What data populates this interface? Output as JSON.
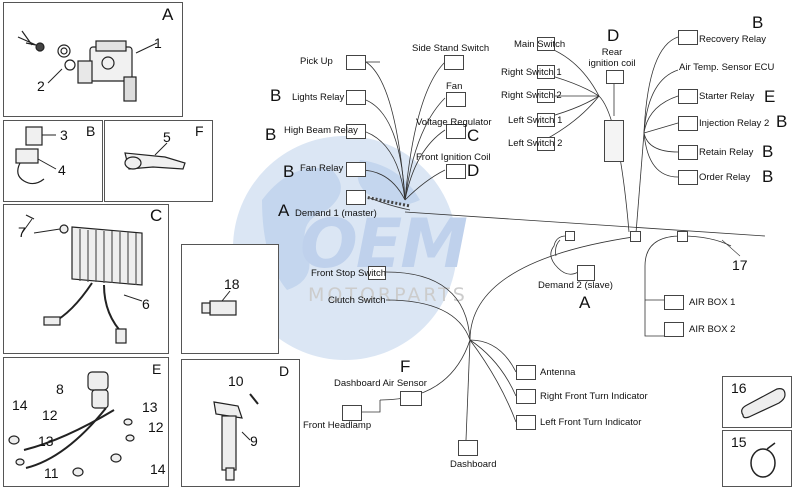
{
  "colors": {
    "line": "#333333",
    "watermark_blue": "#c9d9ef",
    "watermark_grey": "#cfcfcf"
  },
  "watermark": {
    "logo": "OEM",
    "subtitle": "MOTORPARTS"
  },
  "panels": {
    "A": {
      "letter": "A",
      "numbers": [
        "1",
        "2"
      ]
    },
    "B": {
      "letter": "B",
      "numbers": [
        "3",
        "4"
      ]
    },
    "F": {
      "letter": "F",
      "numbers": [
        "5"
      ]
    },
    "C": {
      "letter": "C",
      "numbers": [
        "6",
        "7"
      ]
    },
    "D": {
      "letter": "D",
      "numbers": [
        "9",
        "10"
      ]
    },
    "E": {
      "letter": "E",
      "numbers": [
        "8",
        "11",
        "12",
        "12",
        "13",
        "13",
        "14",
        "14"
      ]
    },
    "p18": {
      "numbers": [
        "18"
      ]
    },
    "p16": {
      "numbers": [
        "16"
      ]
    },
    "p15": {
      "numbers": [
        "15"
      ]
    }
  },
  "wiring": {
    "labels": {
      "pick_up": "Pick Up",
      "side_stand_switch": "Side Stand Switch",
      "lights_relay": "Lights Relay",
      "fan": "Fan",
      "high_beam_relay": "High Beam Relay",
      "voltage_regulator": "Voltage Regulator",
      "fan_relay": "Fan Relay",
      "front_ignition_coil": "Front Ignition Coil",
      "demand_1": "Demand 1 (master)",
      "main_switch": "Main Switch",
      "right_switch_1": "Right Switch 1",
      "right_switch_2": "Right Switch 2",
      "left_switch_1": "Left Switch 1",
      "left_switch_2": "Left Switch 2",
      "rear_ignition_coil": "Rear ignition coil",
      "recovery_relay": "Recovery Relay",
      "air_temp_sensor": "Air Temp. Sensor ECU",
      "starter_relay": "Starter Relay",
      "injection_relay": "Injection Relay 2",
      "retain_relay": "Retain Relay",
      "order_relay": "Order Relay",
      "demand_2": "Demand 2 (slave)",
      "air_box_1": "AIR BOX 1",
      "air_box_2": "AIR BOX 2",
      "front_stop_switch": "Front Stop Switch",
      "clutch_switch": "Clutch Switch",
      "dashboard_air_sensor": "Dashboard Air Sensor",
      "front_headlamp": "Front Headlamp",
      "antenna": "Antenna",
      "right_front_turn": "Right Front Turn Indicator",
      "left_front_turn": "Left Front Turn Indicator",
      "dashboard": "Dashboard",
      "harness_number": "17"
    },
    "letters": {
      "lights_relay": "B",
      "high_beam_relay": "B",
      "fan_relay": "B",
      "demand_1": "A",
      "voltage_regulator": "C",
      "front_ignition_coil": "D",
      "rear_ignition_coil": "D",
      "recovery_relay": "B",
      "starter_relay": "E",
      "injection_relay": "B",
      "retain_relay": "B",
      "order_relay": "B",
      "demand_2": "A",
      "dashboard_air_sensor": "F"
    }
  }
}
